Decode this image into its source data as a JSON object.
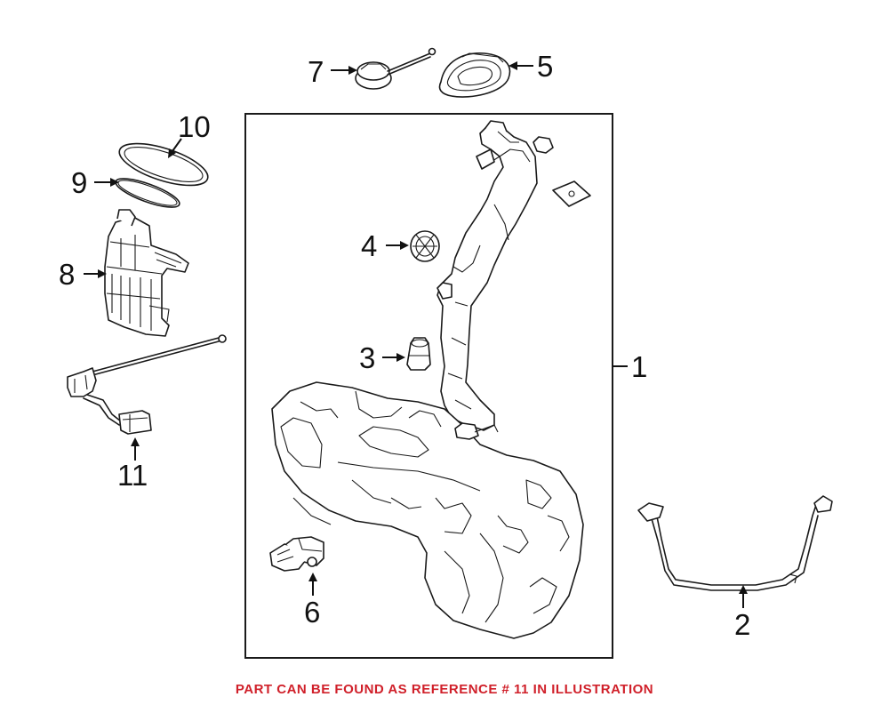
{
  "diagram": {
    "frame_label": "1",
    "callouts": {
      "c1": "1",
      "c2": "2",
      "c3": "3",
      "c4": "4",
      "c5": "5",
      "c6": "6",
      "c7": "7",
      "c8": "8",
      "c9": "9",
      "c10": "10",
      "c11": "11"
    }
  },
  "caption": {
    "text": "PART CAN BE FOUND AS REFERENCE # 11 IN ILLUSTRATION",
    "color": "#d0202a"
  }
}
